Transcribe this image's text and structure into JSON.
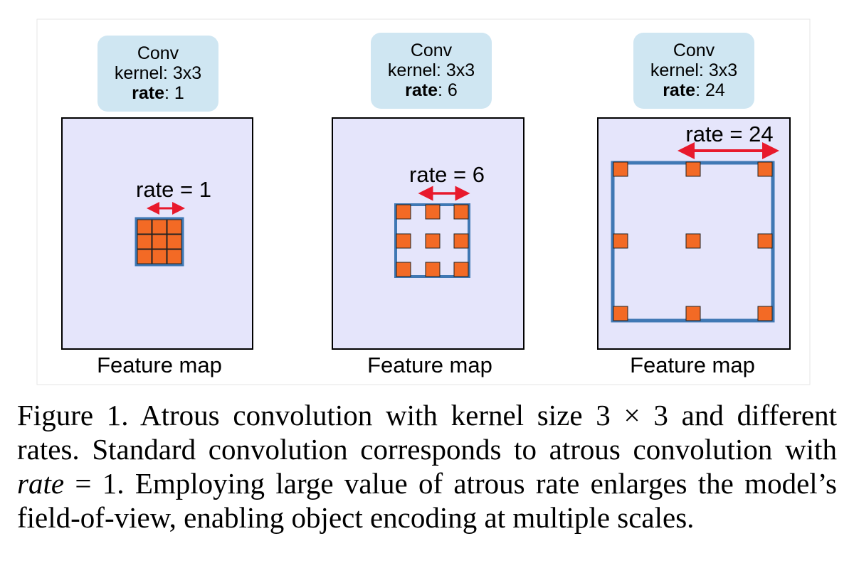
{
  "panels": [
    {
      "box_lines": [
        "Conv",
        "kernel: 3x3"
      ],
      "box_rate_label": "rate",
      "box_rate_value": ": 1",
      "rate_label": "rate = 1",
      "map_label": "Feature map"
    },
    {
      "box_lines": [
        "Conv",
        "kernel: 3x3"
      ],
      "box_rate_label": "rate",
      "box_rate_value": ": 6",
      "rate_label": "rate = 6",
      "map_label": "Feature map"
    },
    {
      "box_lines": [
        "Conv",
        "kernel: 3x3"
      ],
      "box_rate_label": "rate",
      "box_rate_value": ": 24",
      "rate_label": "rate = 24",
      "map_label": "Feature map"
    }
  ],
  "caption": {
    "part1": "Figure 1. Atrous convolution with kernel size ",
    "math1a": "3",
    "math1op": " × ",
    "math1b": "3",
    "part2": " and different rates.  Standard convolution corresponds to atrous convolution with ",
    "math2var": "rate",
    "math2rest": " = 1",
    "part3": ". Employing large value of atrous rate enlarges the model’s field-of-view, enabling object encoding at multiple scales."
  },
  "colors": {
    "label_box": "#cfe6f2",
    "feature_map": "#e5e5fb",
    "kernel_fill": "#f36a25",
    "kernel_outline": "#3f78b4",
    "arrow": "#e8192c",
    "border": "#000000"
  }
}
